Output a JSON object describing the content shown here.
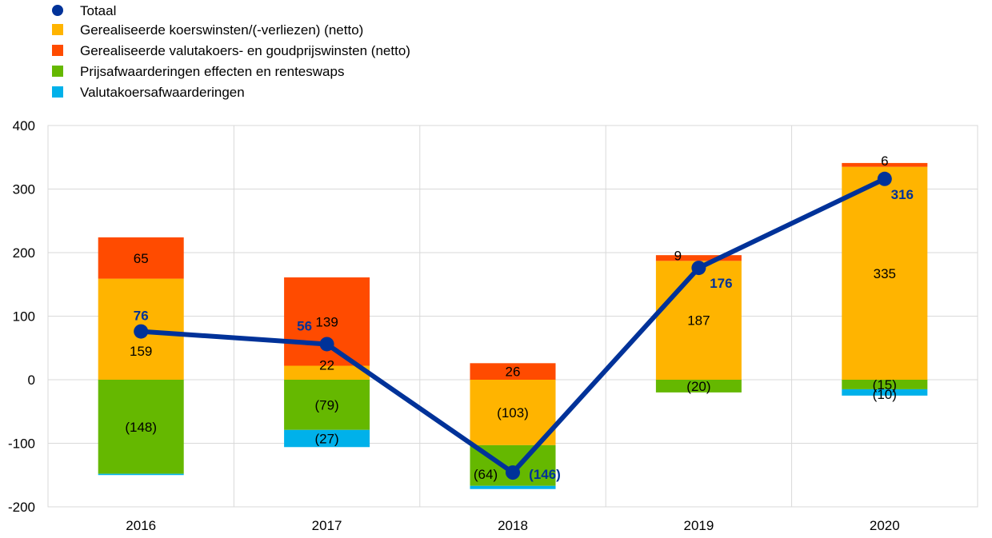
{
  "chart_data": {
    "type": "bar",
    "stacked": true,
    "categories": [
      "2016",
      "2017",
      "2018",
      "2019",
      "2020"
    ],
    "ylim": [
      -200,
      400
    ],
    "yticks": [
      -200,
      -100,
      0,
      100,
      200,
      300,
      400
    ],
    "ytick_labels": [
      "-200",
      "-100",
      "0",
      "100",
      "200",
      "300",
      "400"
    ],
    "grid": true,
    "legend_position": "top-left",
    "series": [
      {
        "name": "Gerealiseerde koerswinsten/(-verliezen)  (netto)",
        "color": "#FFB400",
        "values": [
          159,
          22,
          -103,
          187,
          335
        ],
        "labels": [
          "159",
          "22",
          "(103)",
          "187",
          "335"
        ]
      },
      {
        "name": "Gerealiseerde valutakoers- en goudprijswinsten (netto)",
        "color": "#FF4B00",
        "values": [
          65,
          139,
          26,
          9,
          6
        ],
        "labels": [
          "65",
          "139",
          "26",
          "9",
          "6"
        ]
      },
      {
        "name": "Prijsafwaarderingen effecten en renteswaps",
        "color": "#65B800",
        "values": [
          -148,
          -79,
          -64,
          -20,
          -15
        ],
        "labels": [
          "(148)",
          "(79)",
          "(64)",
          "(20)",
          "(15)"
        ]
      },
      {
        "name": "Valutakoersafwaarderingen",
        "color": "#00B1EA",
        "values": [
          -2,
          -27,
          -5,
          0,
          -10
        ],
        "labels": [
          "",
          "(27)",
          "",
          "",
          "(10)"
        ]
      }
    ],
    "line": {
      "name": "Totaal",
      "color": "#003299",
      "values": [
        76,
        56,
        -146,
        176,
        316
      ],
      "labels": [
        "76",
        "56",
        "(146)",
        "176",
        "316"
      ]
    }
  },
  "legend": {
    "items": [
      {
        "label": "Totaal",
        "color": "#003299",
        "kind": "circle"
      },
      {
        "label": "Gerealiseerde koerswinsten/(-verliezen)  (netto)",
        "color": "#FFB400",
        "kind": "square"
      },
      {
        "label": "Gerealiseerde valutakoers- en goudprijswinsten (netto)",
        "color": "#FF4B00",
        "kind": "square"
      },
      {
        "label": "Prijsafwaarderingen effecten en renteswaps",
        "color": "#65B800",
        "kind": "square"
      },
      {
        "label": "Valutakoersafwaarderingen",
        "color": "#00B1EA",
        "kind": "square"
      }
    ]
  }
}
